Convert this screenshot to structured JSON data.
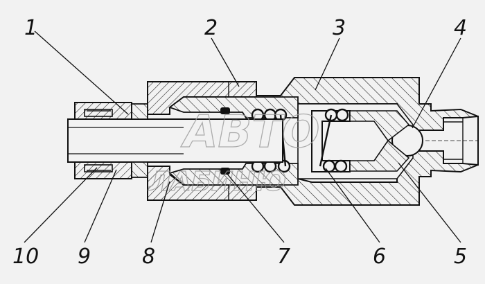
{
  "diagram": {
    "background": "#f2f2f2",
    "line_color": "#111111",
    "callouts": [
      {
        "id": "1",
        "label": "1"
      },
      {
        "id": "2",
        "label": "2"
      },
      {
        "id": "3",
        "label": "3"
      },
      {
        "id": "4",
        "label": "4"
      },
      {
        "id": "5",
        "label": "5"
      },
      {
        "id": "6",
        "label": "6"
      },
      {
        "id": "7",
        "label": "7"
      },
      {
        "id": "8",
        "label": "8"
      },
      {
        "id": "9",
        "label": "9"
      },
      {
        "id": "10",
        "label": "10"
      }
    ],
    "watermark": {
      "line1": "АВТО",
      "line2": "ЛАБИНЮ"
    }
  }
}
